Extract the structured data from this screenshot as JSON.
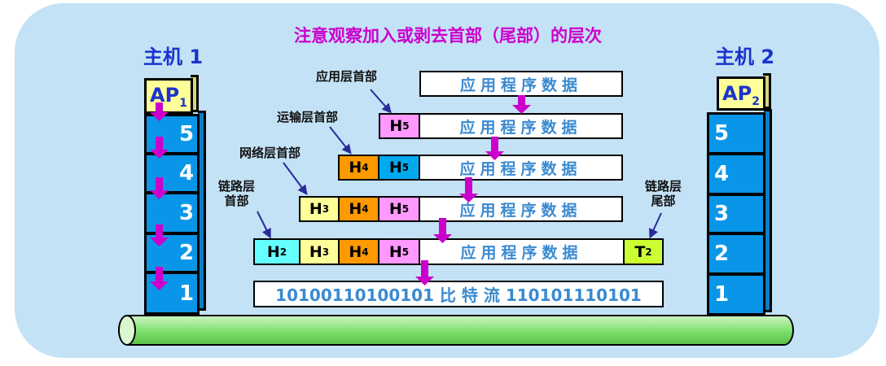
{
  "title": "注意观察加入或剥去首部（尾部）的层次",
  "host1": {
    "label": "主机 1",
    "ap": "AP",
    "ap_sub": "1",
    "layers": [
      "5",
      "4",
      "3",
      "2",
      "1"
    ]
  },
  "host2": {
    "label": "主机 2",
    "ap": "AP",
    "ap_sub": "2",
    "layers": [
      "5",
      "4",
      "3",
      "2",
      "1"
    ]
  },
  "labels": {
    "app_header": "应用层首部",
    "transport_header": "运输层首部",
    "network_header": "网络层首部",
    "link_header_1": "链路层",
    "link_header_2": "首部",
    "link_trailer_1": "链路层",
    "link_trailer_2": "尾部"
  },
  "headers": {
    "H": "H",
    "T": "T",
    "h2": "2",
    "h3": "3",
    "h4": "4",
    "h5": "5",
    "t2": "2"
  },
  "app_data": "应用程序数据",
  "bitstream": "10100110100101 比 特 流 110101110101",
  "colors": {
    "H2": "#66ffff",
    "H3": "#ffff99",
    "H4": "#ff9900",
    "H5": "#ff99ff",
    "T2": "#ccff33",
    "arrow": "#cc00cc"
  }
}
